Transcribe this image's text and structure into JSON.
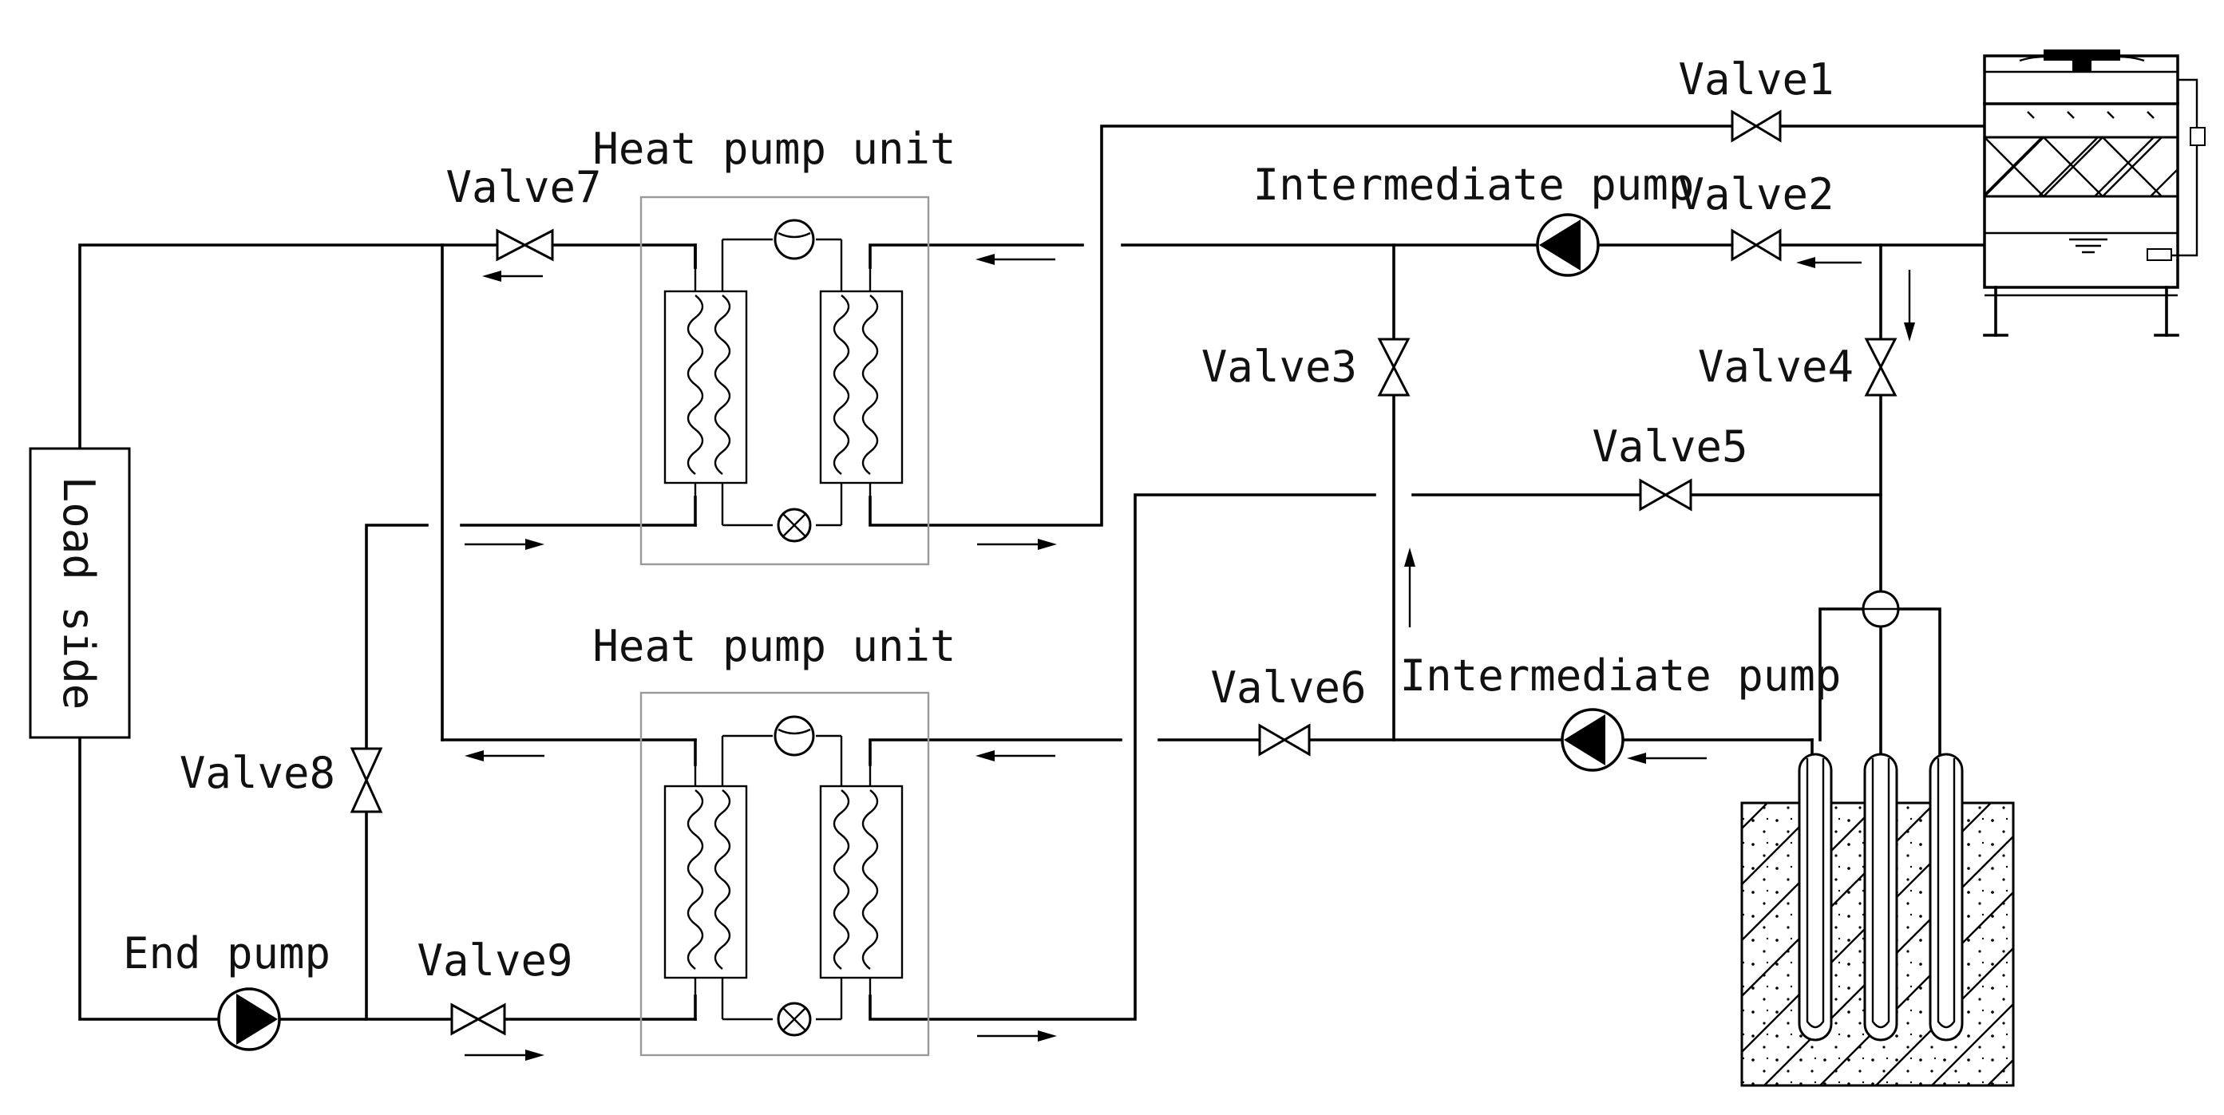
{
  "labels": {
    "load_side": "Load side",
    "heat_pump_unit_top": "Heat pump unit",
    "heat_pump_unit_bottom": "Heat pump unit",
    "intermediate_pump_top": "Intermediate pump",
    "intermediate_pump_bottom": "Intermediate pump",
    "end_pump": "End pump",
    "valve1": "Valve1",
    "valve2": "Valve2",
    "valve3": "Valve3",
    "valve4": "Valve4",
    "valve5": "Valve5",
    "valve6": "Valve6",
    "valve7": "Valve7",
    "valve8": "Valve8",
    "valve9": "Valve9"
  }
}
